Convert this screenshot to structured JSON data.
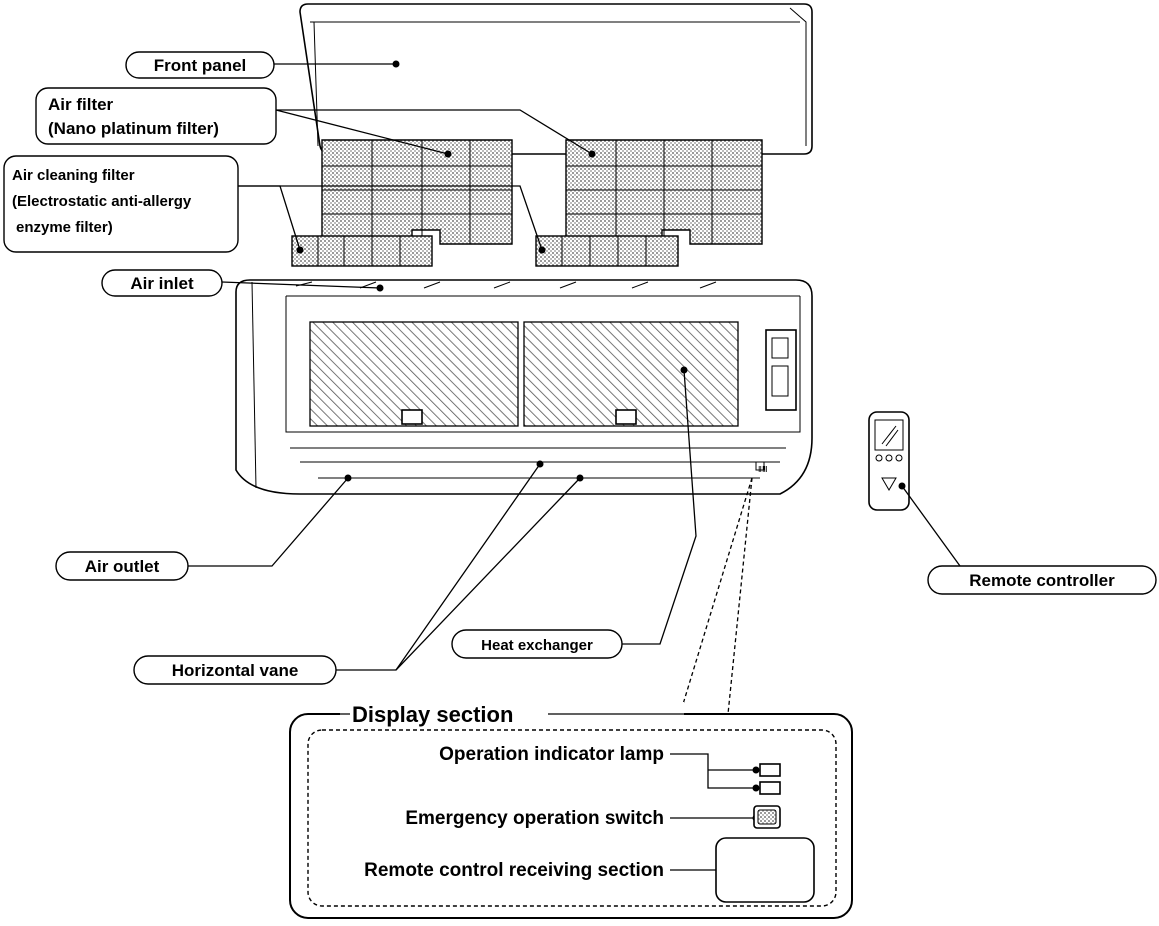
{
  "labels": {
    "front_panel": "Front panel",
    "air_filter_line1": "Air filter",
    "air_filter_line2": "(Nano platinum filter)",
    "air_cleaning_line1": "Air cleaning filter",
    "air_cleaning_line2": "(Electrostatic anti-allergy",
    "air_cleaning_line3": "enzyme filter)",
    "air_inlet": "Air inlet",
    "air_outlet": "Air outlet",
    "heat_exchanger": "Heat exchanger",
    "horizontal_vane": "Horizontal vane",
    "remote_controller": "Remote controller"
  },
  "display_section": {
    "title": "Display section",
    "operation_indicator_lamp": "Operation indicator lamp",
    "emergency_operation_switch": "Emergency operation switch",
    "remote_control_receiving_section": "Remote control receiving section"
  }
}
